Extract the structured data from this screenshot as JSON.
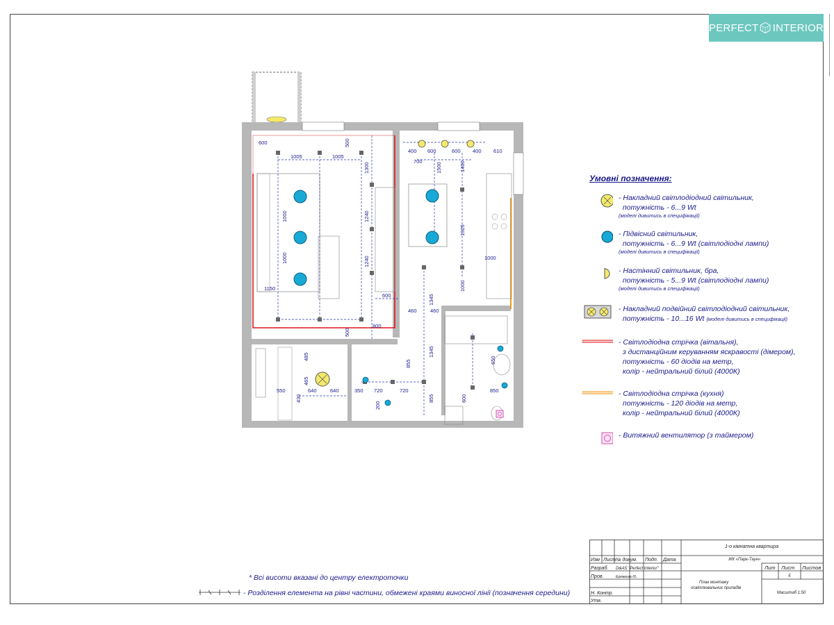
{
  "logo": {
    "left": "PERFECT",
    "right": "INTERIOR"
  },
  "legend": {
    "title": "Умовні позначення:",
    "items": [
      {
        "line1": "- Накладний світлодіодний світильник,",
        "line2": "потужність - 6...9 Wt",
        "line3": "(моделі дивитись в специфікації)"
      },
      {
        "line1": "- Підвісний світильник,",
        "line2": "потужність - 6...9 Wt (світлодіодні лампи)",
        "line3": "(моделі дивитись в специфікації)"
      },
      {
        "line1": "- Настінний світильник, бра,",
        "line2": "потужність - 5...9 Wt (світлодіодні лампи)",
        "line3": "(моделі дивитись в специфікації)"
      },
      {
        "line1": "- Накладний подвійний світлодіодний світильник,",
        "line2": "потужність - 10...16 Wt",
        "line2b": "(моделі дивитись в специфікації)"
      },
      {
        "line1": "- Світлодіодна стрічка (вітальня),",
        "line2": "з дистанційним керуванням яскравості (дімером),",
        "line3": "потужність - 60 діодів на метр,",
        "line4": "колір - нейтральний білий (4000К)"
      },
      {
        "line1": "- Світлодіодна стрічка (кухня)",
        "line2": "потужність - 120 діодів на метр,",
        "line3": "колір - нейтральний білий (4000К)"
      },
      {
        "line1": "- Витяжний вентилятор (з таймером)"
      }
    ]
  },
  "notes": {
    "heights": "* Всі висоти вказані до центру електроточки",
    "division": "- Розділення елемента на рівні частини, обмежені краями виносної лінії (позначення середини)"
  },
  "stamp": {
    "project": "1-о кімнатна квартира",
    "complex": "ЖК «Парк-Таун»",
    "headers": [
      "Изм",
      "Лист",
      "№ докум.",
      "Подп.",
      "Дата"
    ],
    "roles": [
      "Разраб.",
      "Пров.",
      "",
      "Н. Контр.",
      "Утв."
    ],
    "developer": "D&AS \"Perfect Interior\"",
    "checker": "Еремеєва Ю.",
    "title_line1": "План монтажу",
    "title_line2": "освітлювальних приладів",
    "sheet_headers": [
      "Лит",
      "Лист",
      "Листов"
    ],
    "sheet_number": "5",
    "scale": "Масштаб 1:50"
  },
  "plan": {
    "dims": [
      "600",
      "1005",
      "1005",
      "500",
      "1300",
      "1000",
      "1000",
      "1240",
      "1240",
      "1150",
      "600",
      "800",
      "500",
      "400",
      "600",
      "600",
      "400",
      "610",
      "700",
      "1500",
      "1400",
      "1925",
      "1000",
      "1000",
      "1345",
      "460",
      "460",
      "1345",
      "855",
      "855",
      "720",
      "720",
      "350",
      "640",
      "640",
      "485",
      "465",
      "550",
      "430",
      "200",
      "600",
      "850",
      "650"
    ]
  },
  "colors": {
    "wall": "#b7b7b7",
    "dim_line": "#2233aa",
    "led_living": "#e0161b",
    "led_kitchen": "#f29a1c",
    "pendant": "#19a9d6",
    "surface_light": "#f4ea6a",
    "fan": "#d94db0",
    "brand": "#6cc7bf"
  }
}
